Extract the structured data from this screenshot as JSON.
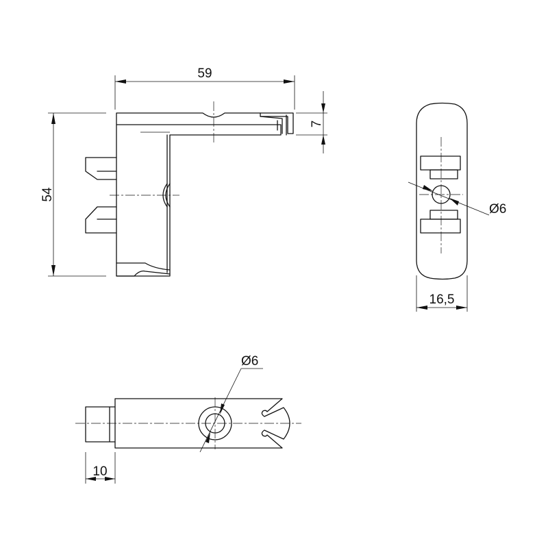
{
  "dimensions": {
    "width_top": "59",
    "height_left": "54",
    "slot_height": "7",
    "diameter_side": "Ø6",
    "width_side": "16,5",
    "diameter_bottom": "Ø6",
    "pin_length": "10"
  },
  "colors": {
    "line": "#111111",
    "background": "#ffffff"
  }
}
